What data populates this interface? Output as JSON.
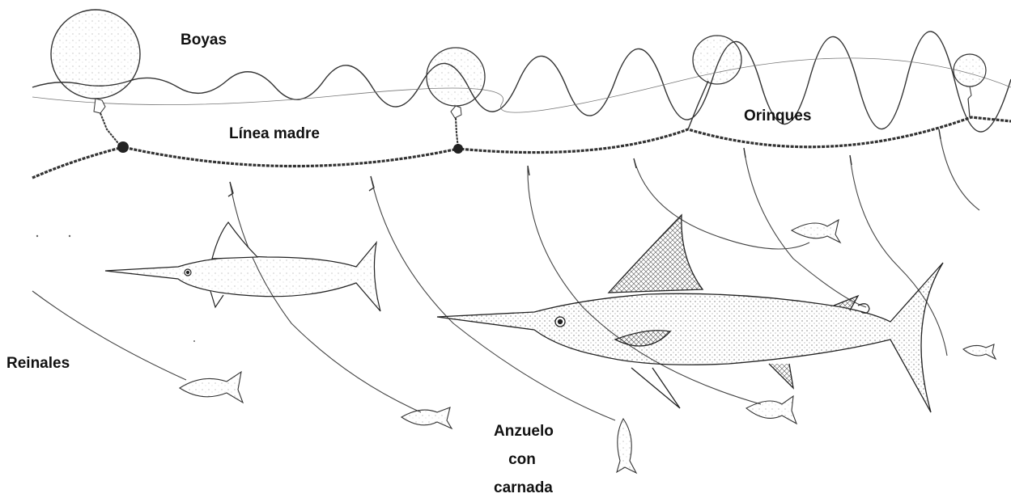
{
  "labels": {
    "buoys": "Boyas",
    "mainline": "Línea madre",
    "floatlines": "Orinques",
    "branchlines": "Reinales",
    "hook_line1": "Anzuelo",
    "hook_line2": "con",
    "hook_line3": "carnada"
  },
  "colors": {
    "ink": "#222222",
    "paper": "#ffffff"
  }
}
